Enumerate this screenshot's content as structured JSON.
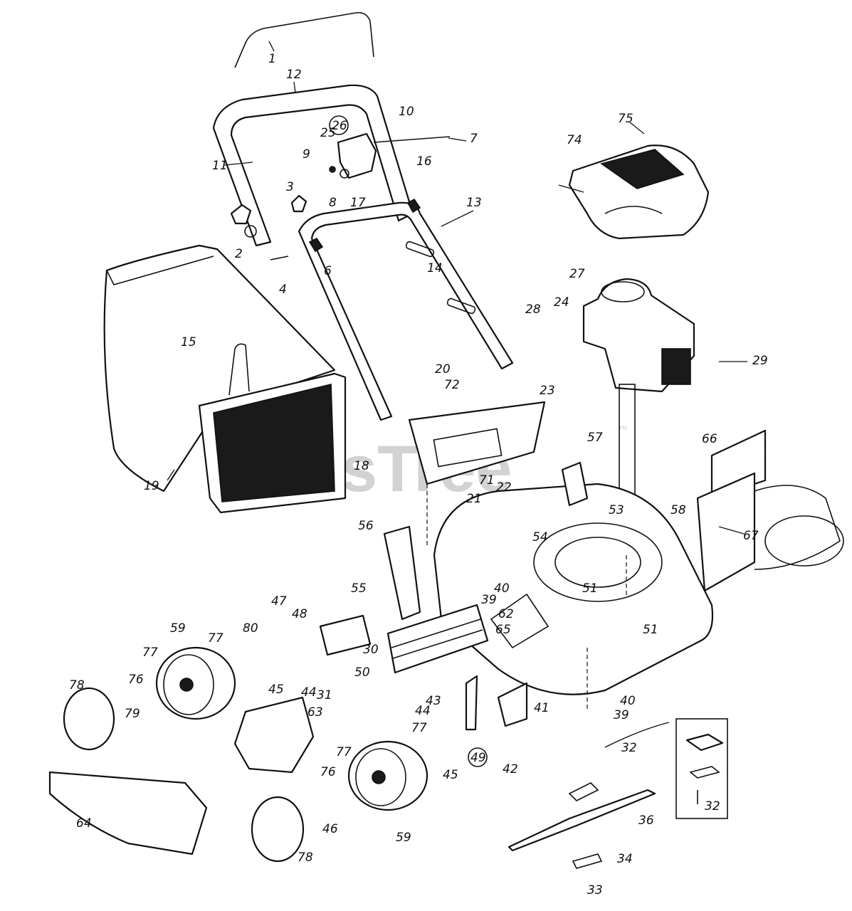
{
  "watermark": "PartsTree",
  "watermark_mark": "™",
  "colors": {
    "line": "#111111",
    "watermark": "#d2d2d2",
    "background": "#ffffff"
  },
  "callouts": [
    {
      "id": "c1",
      "label": "1"
    },
    {
      "id": "c2",
      "label": "2"
    },
    {
      "id": "c3",
      "label": "3"
    },
    {
      "id": "c4",
      "label": "4"
    },
    {
      "id": "c6",
      "label": "6"
    },
    {
      "id": "c7",
      "label": "7"
    },
    {
      "id": "c8",
      "label": "8"
    },
    {
      "id": "c9",
      "label": "9"
    },
    {
      "id": "c10",
      "label": "10"
    },
    {
      "id": "c11",
      "label": "11"
    },
    {
      "id": "c12",
      "label": "12"
    },
    {
      "id": "c13",
      "label": "13"
    },
    {
      "id": "c14",
      "label": "14"
    },
    {
      "id": "c15",
      "label": "15"
    },
    {
      "id": "c16",
      "label": "16"
    },
    {
      "id": "c17",
      "label": "17"
    },
    {
      "id": "c18",
      "label": "18"
    },
    {
      "id": "c19",
      "label": "19"
    },
    {
      "id": "c20",
      "label": "20"
    },
    {
      "id": "c21",
      "label": "21"
    },
    {
      "id": "c22",
      "label": "22"
    },
    {
      "id": "c23",
      "label": "23"
    },
    {
      "id": "c24",
      "label": "24"
    },
    {
      "id": "c25",
      "label": "25"
    },
    {
      "id": "c26",
      "label": "26"
    },
    {
      "id": "c27",
      "label": "27"
    },
    {
      "id": "c28",
      "label": "28"
    },
    {
      "id": "c29",
      "label": "29"
    },
    {
      "id": "c30",
      "label": "30"
    },
    {
      "id": "c31",
      "label": "31"
    },
    {
      "id": "c32a",
      "label": "32"
    },
    {
      "id": "c32b",
      "label": "32"
    },
    {
      "id": "c33",
      "label": "33"
    },
    {
      "id": "c34",
      "label": "34"
    },
    {
      "id": "c36",
      "label": "36"
    },
    {
      "id": "c39a",
      "label": "39"
    },
    {
      "id": "c39b",
      "label": "39"
    },
    {
      "id": "c40a",
      "label": "40"
    },
    {
      "id": "c40b",
      "label": "40"
    },
    {
      "id": "c41",
      "label": "41"
    },
    {
      "id": "c42",
      "label": "42"
    },
    {
      "id": "c43",
      "label": "43"
    },
    {
      "id": "c44a",
      "label": "44"
    },
    {
      "id": "c44b",
      "label": "44"
    },
    {
      "id": "c45a",
      "label": "45"
    },
    {
      "id": "c45b",
      "label": "45"
    },
    {
      "id": "c46",
      "label": "46"
    },
    {
      "id": "c47",
      "label": "47"
    },
    {
      "id": "c48",
      "label": "48"
    },
    {
      "id": "c49",
      "label": "49"
    },
    {
      "id": "c50",
      "label": "50"
    },
    {
      "id": "c51a",
      "label": "51"
    },
    {
      "id": "c51b",
      "label": "51"
    },
    {
      "id": "c53",
      "label": "53"
    },
    {
      "id": "c54",
      "label": "54"
    },
    {
      "id": "c55",
      "label": "55"
    },
    {
      "id": "c56",
      "label": "56"
    },
    {
      "id": "c57",
      "label": "57"
    },
    {
      "id": "c58",
      "label": "58"
    },
    {
      "id": "c59a",
      "label": "59"
    },
    {
      "id": "c59b",
      "label": "59"
    },
    {
      "id": "c62",
      "label": "62"
    },
    {
      "id": "c63",
      "label": "63"
    },
    {
      "id": "c64",
      "label": "64"
    },
    {
      "id": "c65",
      "label": "65"
    },
    {
      "id": "c66",
      "label": "66"
    },
    {
      "id": "c67",
      "label": "67"
    },
    {
      "id": "c71",
      "label": "71"
    },
    {
      "id": "c72",
      "label": "72"
    },
    {
      "id": "c74",
      "label": "74"
    },
    {
      "id": "c75",
      "label": "75"
    },
    {
      "id": "c76a",
      "label": "76"
    },
    {
      "id": "c76b",
      "label": "76"
    },
    {
      "id": "c77a",
      "label": "77"
    },
    {
      "id": "c77b",
      "label": "77"
    },
    {
      "id": "c77c",
      "label": "77"
    },
    {
      "id": "c77d",
      "label": "77"
    },
    {
      "id": "c78a",
      "label": "78"
    },
    {
      "id": "c78b",
      "label": "78"
    },
    {
      "id": "c79",
      "label": "79"
    },
    {
      "id": "c80",
      "label": "80"
    }
  ]
}
